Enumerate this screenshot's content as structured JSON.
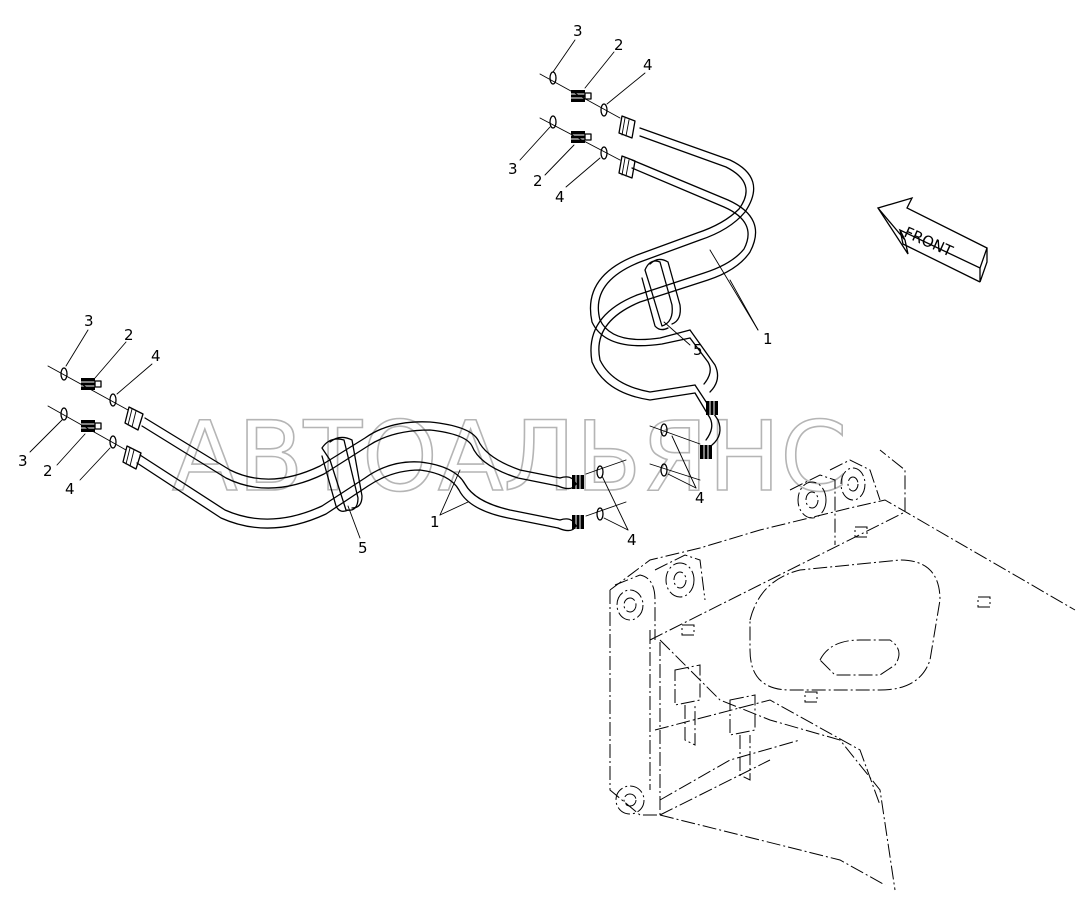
{
  "diagram": {
    "callouts": {
      "hose": "1",
      "adapter": "2",
      "o_ring_outer": "3",
      "o_ring_inner": "4",
      "clamp": "5"
    },
    "direction_arrow": "FRONT",
    "watermark": "АВТОАЛЬЯНС"
  }
}
